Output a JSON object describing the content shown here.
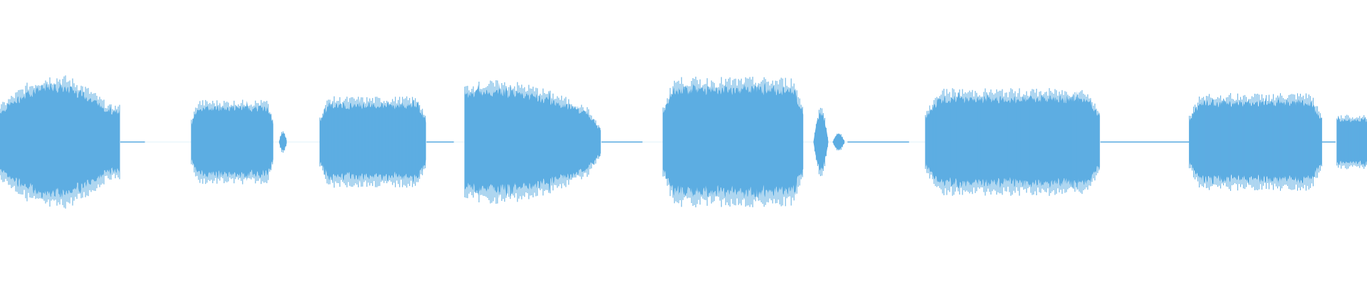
{
  "waveform": {
    "color": "#5dade2",
    "segments": [
      {
        "start": 0.0,
        "end": 0.088,
        "amplitude": 0.42,
        "shape": "dome"
      },
      {
        "start": 0.088,
        "end": 0.106,
        "amplitude": 0.008,
        "shape": "flat"
      },
      {
        "start": 0.14,
        "end": 0.2,
        "amplitude": 0.26,
        "shape": "plateau"
      },
      {
        "start": 0.204,
        "end": 0.21,
        "amplitude": 0.07,
        "shape": "blip"
      },
      {
        "start": 0.234,
        "end": 0.312,
        "amplitude": 0.28,
        "shape": "plateau"
      },
      {
        "start": 0.312,
        "end": 0.332,
        "amplitude": 0.008,
        "shape": "flat"
      },
      {
        "start": 0.34,
        "end": 0.44,
        "amplitude": 0.38,
        "shape": "rising"
      },
      {
        "start": 0.44,
        "end": 0.47,
        "amplitude": 0.008,
        "shape": "flat"
      },
      {
        "start": 0.485,
        "end": 0.588,
        "amplitude": 0.4,
        "shape": "plateau"
      },
      {
        "start": 0.595,
        "end": 0.606,
        "amplitude": 0.22,
        "shape": "blip"
      },
      {
        "start": 0.609,
        "end": 0.618,
        "amplitude": 0.06,
        "shape": "blip"
      },
      {
        "start": 0.62,
        "end": 0.665,
        "amplitude": 0.008,
        "shape": "flat"
      },
      {
        "start": 0.677,
        "end": 0.805,
        "amplitude": 0.33,
        "shape": "plateau"
      },
      {
        "start": 0.805,
        "end": 0.87,
        "amplitude": 0.008,
        "shape": "flat"
      },
      {
        "start": 0.87,
        "end": 0.967,
        "amplitude": 0.3,
        "shape": "plateau"
      },
      {
        "start": 0.967,
        "end": 0.977,
        "amplitude": 0.008,
        "shape": "flat"
      },
      {
        "start": 0.978,
        "end": 1.0,
        "amplitude": 0.17,
        "shape": "cut"
      }
    ]
  }
}
